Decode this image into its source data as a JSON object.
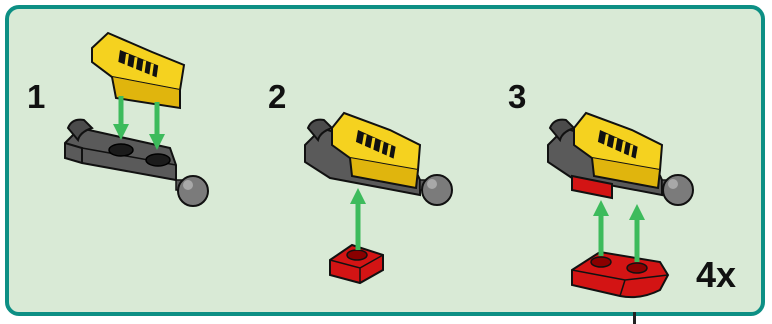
{
  "steps": [
    {
      "number": "1"
    },
    {
      "number": "2"
    },
    {
      "number": "3"
    }
  ],
  "quantity": "4x",
  "colors": {
    "panel_background": "#d9ead6",
    "panel_border": "#0d8f84",
    "slope_yellow": "#f5d21f",
    "dark_gray": "#5a5a5a",
    "red": "#d31414",
    "arrow_green": "#3dbb5c"
  }
}
